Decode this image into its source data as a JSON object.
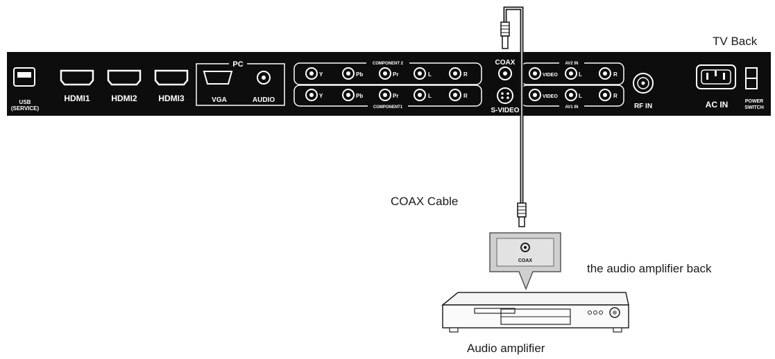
{
  "labels": {
    "tv_back": "TV Back",
    "coax_cable": "COAX Cable",
    "amp_back": "the audio amplifier back",
    "amp": "Audio amplifier"
  },
  "ports": {
    "usb": [
      "USB",
      "(SERVICE)"
    ],
    "hdmi1": "HDMI1",
    "hdmi2": "HDMI2",
    "hdmi3": "HDMI3",
    "pc": "PC",
    "vga": "VGA",
    "audio": "AUDIO",
    "component2": "COMPONENT 2",
    "component1": "COMPONENT1",
    "y": "Y",
    "pb": "Pb",
    "pr": "Pr",
    "l": "L",
    "r": "R",
    "coax": "COAX",
    "svideo": "S-VIDEO",
    "video": "VIDEO",
    "av2in": "AV2 IN",
    "av1in": "AV1 IN",
    "rfin": "RF IN",
    "acin": "AC IN",
    "power": [
      "POWER",
      "SWITCH"
    ]
  },
  "amp_panel": {
    "coax": "COAX"
  }
}
